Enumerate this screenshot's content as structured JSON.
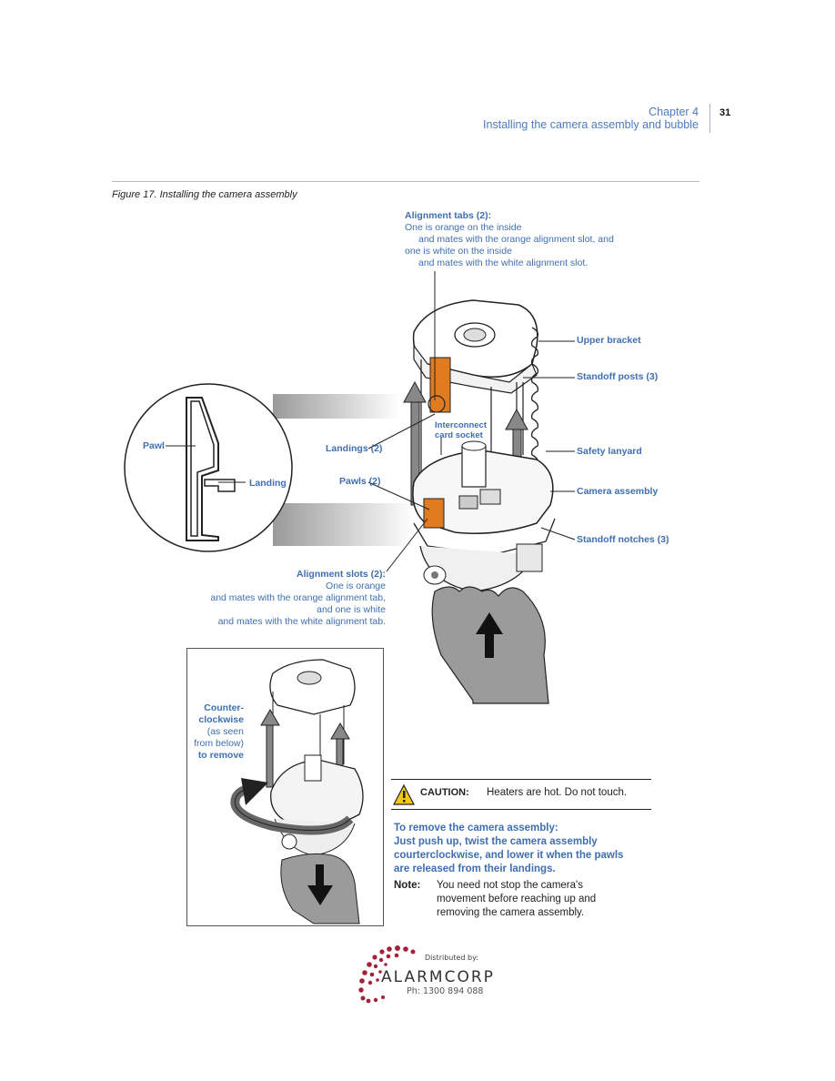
{
  "header": {
    "chapter": "Chapter 4",
    "section": "Installing the camera assembly and bubble",
    "page_number": "31"
  },
  "figure": {
    "caption": "Figure 17. Installing the camera assembly",
    "alignment_tabs": {
      "title": "Alignment tabs (2):",
      "line1": "One is orange on the inside",
      "line2": "and mates with the orange alignment slot, and",
      "line3": "one is white on the inside",
      "line4": "and mates with the white alignment slot."
    },
    "labels": {
      "upper_bracket": "Upper bracket",
      "standoff_posts": "Standoff posts (3)",
      "interconnect": "Interconnect",
      "card_socket": "card socket",
      "landings": "Landings (2)",
      "safety_lanyard": "Safety lanyard",
      "pawls": "Pawls (2)",
      "camera_assembly": "Camera assembly",
      "standoff_notches": "Standoff notches (3)",
      "pawl": "Pawl",
      "landing": "Landing"
    },
    "alignment_slots": {
      "title": "Alignment slots (2):",
      "line1": "One is orange",
      "line2": "and mates with the orange alignment tab,",
      "line3": "and one is white",
      "line4": "and mates with the white alignment tab."
    },
    "inset": {
      "line1": "Counter-",
      "line2": "clockwise",
      "line3": "(as seen",
      "line4": "from below)",
      "line5": "to remove"
    }
  },
  "caution": {
    "label": "CAUTION:",
    "text": "Heaters are hot. Do not touch."
  },
  "remove": {
    "title": "To remove the camera assembly:",
    "line1": "Just push up, twist the camera assembly",
    "line2": "courterclockwise, and lower it when the pawls",
    "line3": "are released from their landings."
  },
  "note": {
    "label": "Note:",
    "line1": "You need not stop the camera's",
    "line2": "movement before reaching up and",
    "line3": "removing the camera assembly."
  },
  "footer_logo": {
    "distributed": "Distributed by:",
    "brand": "ALARMCORP",
    "phone": "Ph: 1300 894 088"
  },
  "colors": {
    "accent_blue": "#3f6fb0",
    "orange": "#e07b1f",
    "logo_red": "#a3213a"
  }
}
